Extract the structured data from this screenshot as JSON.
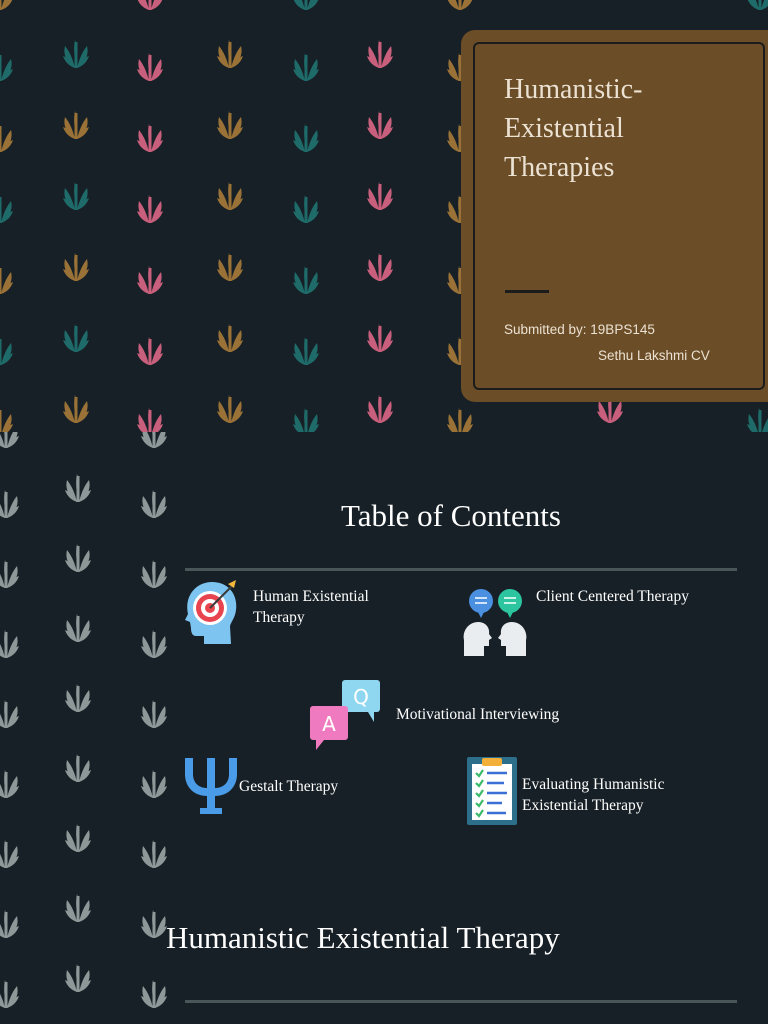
{
  "title_slide": {
    "title_lines": [
      "Humanistic-",
      "Existential",
      "Therapies"
    ],
    "submitted_by": "Submitted by: 19BPS145",
    "author": "Sethu Lakshmi CV",
    "card_color": "#6b4d27"
  },
  "contents_slide": {
    "heading": "Table of Contents",
    "items": [
      {
        "label_lines": [
          "Human Existential",
          "Therapy"
        ],
        "icon": "head-target-icon"
      },
      {
        "label_lines": [
          "Client Centered Therapy"
        ],
        "icon": "two-heads-chat-icon"
      },
      {
        "label_lines": [
          "Motivational Interviewing"
        ],
        "icon": "qa-bubbles-icon"
      },
      {
        "label_lines": [
          "Gestalt Therapy"
        ],
        "icon": "psi-symbol-icon"
      },
      {
        "label_lines": [
          "Evaluating Humanistic",
          "Existential Therapy"
        ],
        "icon": "checklist-clipboard-icon"
      }
    ]
  },
  "next_section": {
    "heading": "Humanistic Existential Therapy"
  },
  "colors": {
    "background": "#172026",
    "leaf_teal": "#1f6b6a",
    "leaf_pink": "#c85f7c",
    "leaf_gold": "#9a7237",
    "leaf_gray": "#8f9899"
  }
}
